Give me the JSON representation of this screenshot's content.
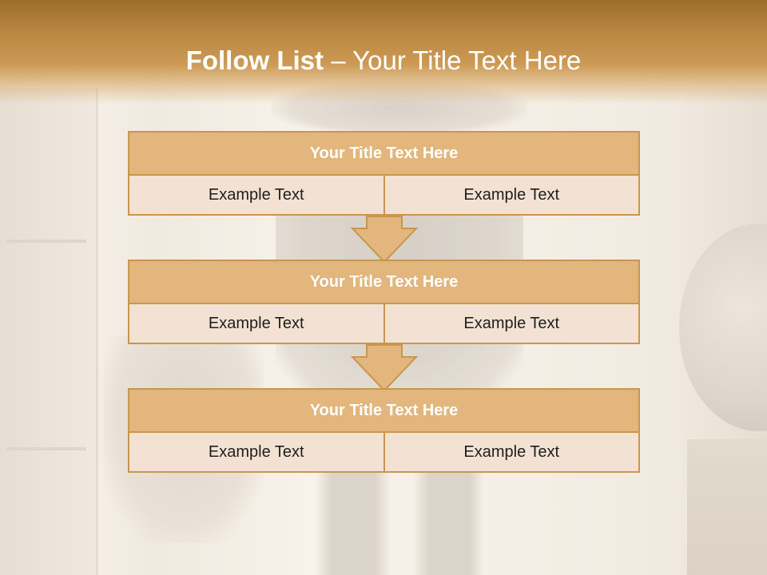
{
  "slide": {
    "title_bold": "Follow List",
    "title_rest": "– Your Title Text Here"
  },
  "colors": {
    "header_band": "#b98640",
    "block_header": "#e2b67c",
    "block_border": "#c8964f",
    "block_row": "#f3e2d3",
    "arrow": "#e2b67c"
  },
  "blocks": [
    {
      "title": "Your Title Text Here",
      "left_text": "Example Text",
      "right_text": "Example Text"
    },
    {
      "title": "Your Title Text Here",
      "left_text": "Example Text",
      "right_text": "Example Text"
    },
    {
      "title": "Your Title Text Here",
      "left_text": "Example Text",
      "right_text": "Example Text"
    }
  ],
  "connectors": [
    "down-arrow",
    "down-arrow"
  ]
}
